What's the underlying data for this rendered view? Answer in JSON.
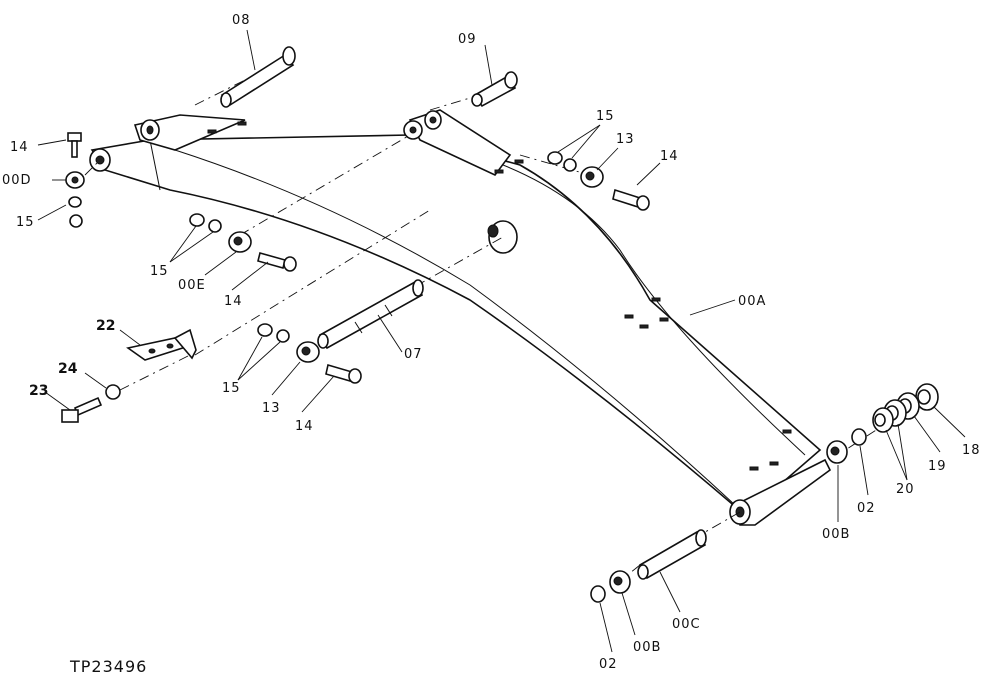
{
  "figure_id": "TP23496",
  "callouts": {
    "c08": "08",
    "c09": "09",
    "c14_left": "14",
    "c00D": "00D",
    "c15_left": "15",
    "c15_top_right": "15",
    "c13_top": "13",
    "c14_top_right": "14",
    "c15_mid": "15",
    "c00E": "00E",
    "c14_mid": "14",
    "c00A": "00A",
    "c22": "22",
    "c24": "24",
    "c23": "23",
    "c15_low": "15",
    "c13_low": "13",
    "c14_low": "14",
    "c07": "07",
    "c18": "18",
    "c19": "19",
    "c20": "20",
    "c02_right": "02",
    "c00B_right": "00B",
    "c00C": "00C",
    "c00B_bottom": "00B",
    "c02_bottom": "02"
  }
}
